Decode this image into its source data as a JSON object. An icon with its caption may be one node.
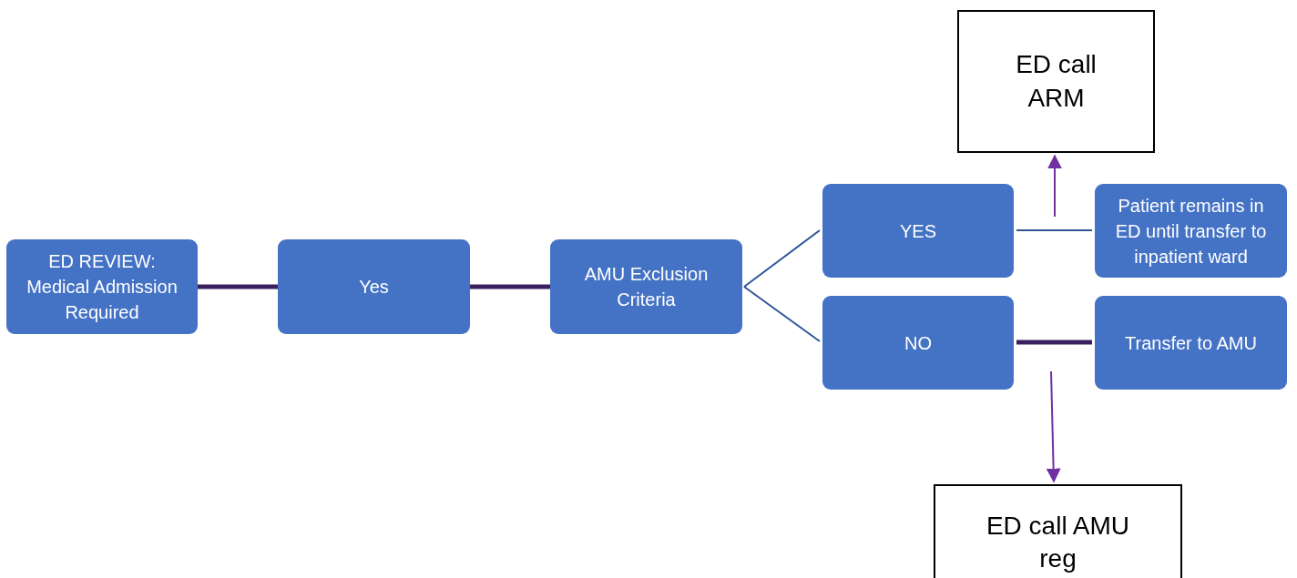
{
  "diagram": {
    "nodes": [
      {
        "text": [
          "ED REVIEW: Medical Admission Required"
        ]
      },
      {
        "text": [
          "Yes"
        ]
      },
      {
        "text": [
          "AMU Exclusion Criteria"
        ]
      },
      {
        "text": [
          "ED call ARM"
        ]
      },
      {
        "text": [
          "YES"
        ]
      },
      {
        "text": [
          "Patient remains in ED until transfer to inpatient ward"
        ]
      },
      {
        "text": [
          "NO"
        ]
      },
      {
        "text": [
          "Transfer to AMU"
        ]
      },
      {
        "text": [
          "ED call AMU reg"
        ]
      }
    ],
    "edges": [
      {
        "from": 0,
        "to": 1,
        "arrow": "none",
        "style": "thick",
        "color": "#3b2060"
      },
      {
        "from": 1,
        "to": 2,
        "arrow": "none",
        "style": "thick",
        "color": "#3b2060"
      },
      {
        "from": 2,
        "to": 4,
        "arrow": "none"
      },
      {
        "from": 2,
        "to": 6,
        "arrow": "none"
      },
      {
        "from": 4,
        "to": 5,
        "arrow": "none"
      },
      {
        "from": 6,
        "to": 7,
        "arrow": "none",
        "style": "thick",
        "color": "#3b2060"
      },
      {
        "from": null,
        "to": 3,
        "arrow": "to",
        "color": "#7030a0"
      },
      {
        "from": null,
        "to": 8,
        "arrow": "to",
        "color": "#7030a0"
      }
    ]
  }
}
